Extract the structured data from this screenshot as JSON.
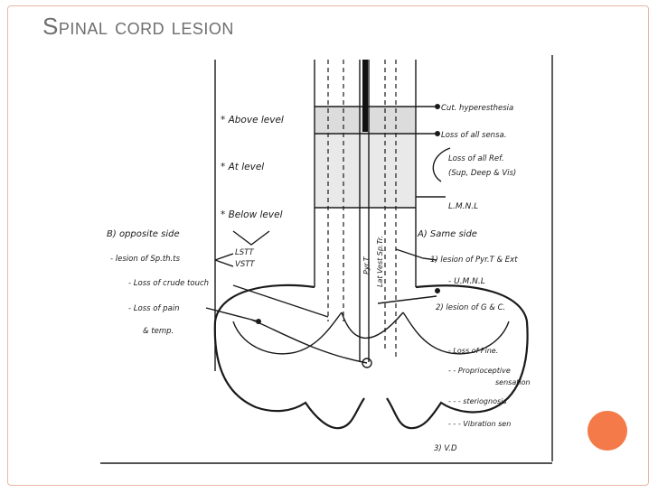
{
  "slide": {
    "title": "Spinal cord lesion",
    "accent_color": "#f47a4a",
    "title_color": "#6e6e6e"
  },
  "diagram": {
    "left_labels": {
      "above_level": "* Above level",
      "at_level": "* At level",
      "below_level": "* Below level"
    },
    "right_labels": {
      "cut_hyperesthesia": "Cut. hyperesthesia",
      "loss_all_sensa": "Loss of all sensa.",
      "loss_all_ref": "Loss of all Ref.",
      "loss_all_ref_detail": "(Sup, Deep & Vis)",
      "lmnl": "L.M.N.L"
    },
    "opposite_side": {
      "heading": "B) opposite side",
      "lesion_spth": "- lesion of Sp.th.ts",
      "lstt": "LSTT",
      "vstt": "VSTT",
      "loss_crude": "- Loss of crude touch",
      "loss_pain": "- Loss of pain",
      "temp": "& temp."
    },
    "same_side": {
      "heading": "A) Same side",
      "lesion_pyr": "1) lesion of Pyr.T & Ext",
      "umnl": "- U.M.N.L",
      "lesion_gc": "2) lesion of G & C.",
      "loss_fine": "- Loss of Fine.",
      "proprioceptive": "- - Proprioceptive",
      "sensation": "sensation",
      "steriognosis": "- - - steriognosis",
      "vibration": "- - - Vibration sen",
      "vd": "3) V.D"
    },
    "cord_labels": {
      "pyr_t": "Pyr.T",
      "lat_vest": "Lat Vest Sp.Tr."
    }
  }
}
